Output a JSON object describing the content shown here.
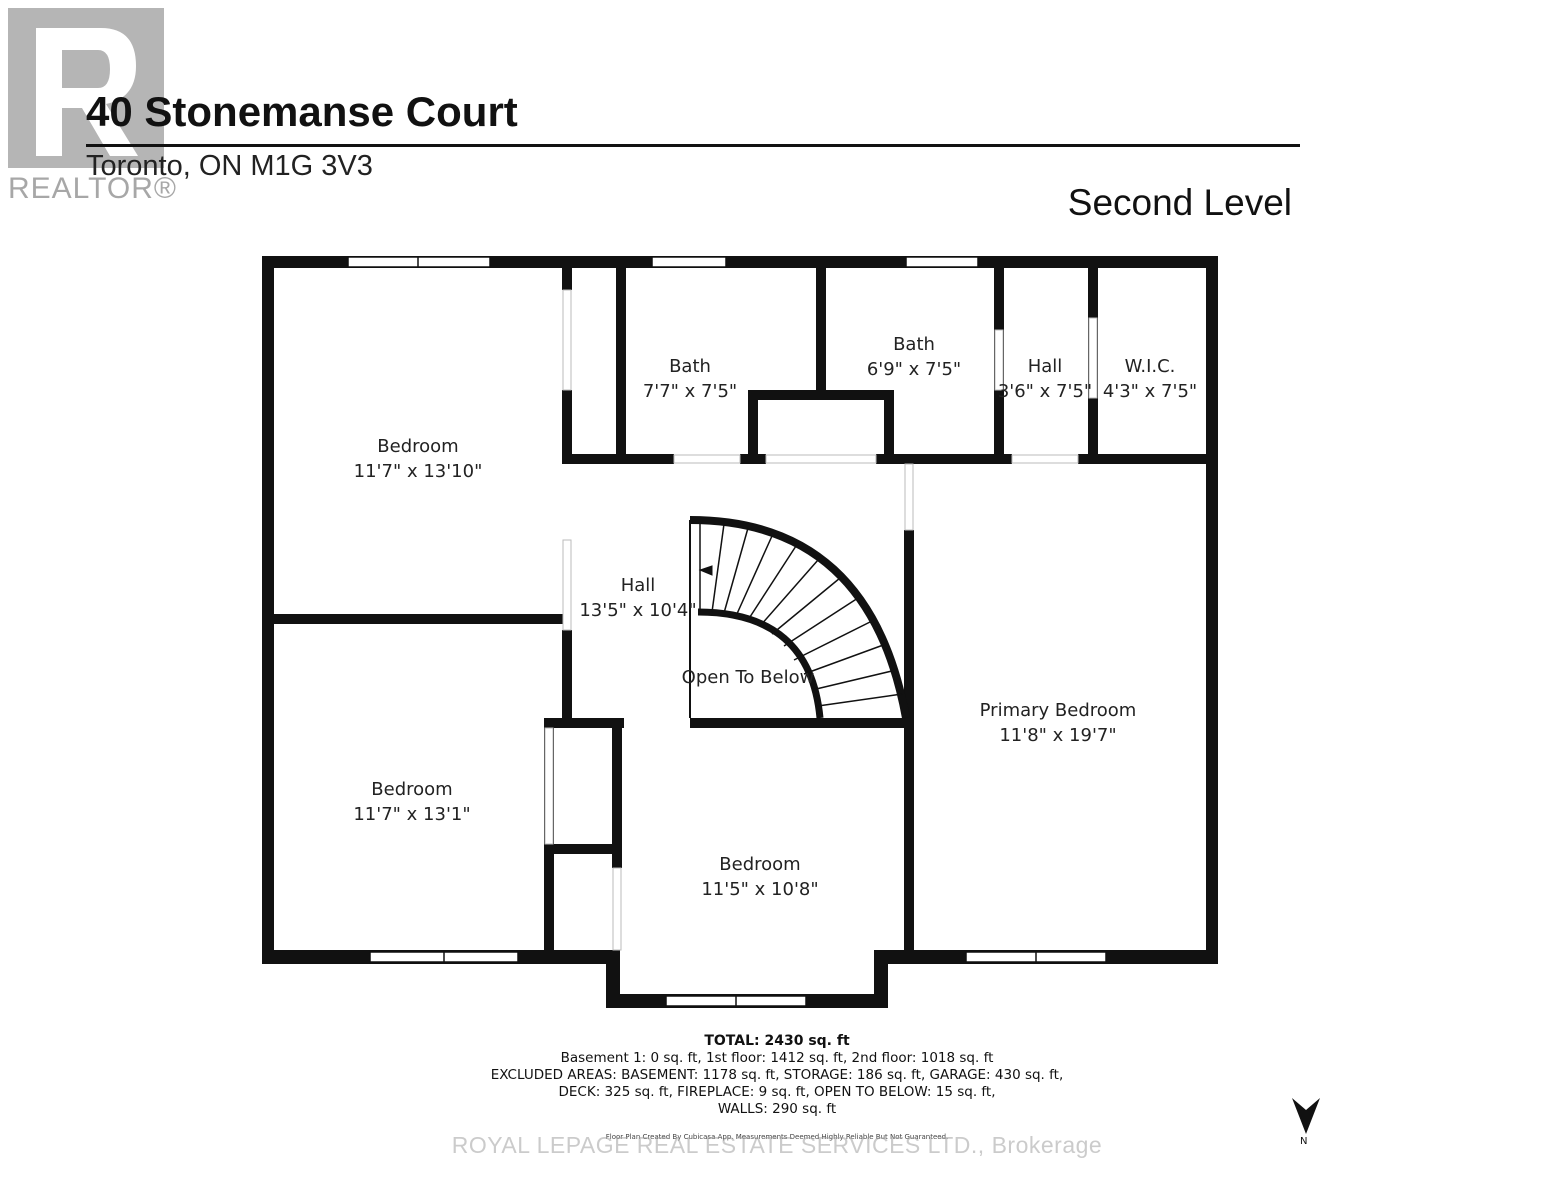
{
  "header": {
    "address": "40 Stonemanse Court",
    "city_line": "Toronto, ON  M1G 3V3",
    "level": "Second Level"
  },
  "rooms": [
    {
      "name": "Bedroom",
      "dims": "11'7\" x 13'10\""
    },
    {
      "name": "Bath",
      "dims": "7'7\" x 7'5\""
    },
    {
      "name": "Bath",
      "dims": "6'9\" x 7'5\""
    },
    {
      "name": "Hall",
      "dims": "3'6\" x 7'5\""
    },
    {
      "name": "W.I.C.",
      "dims": "4'3\" x 7'5\""
    },
    {
      "name": "Hall",
      "dims": "13'5\" x 10'4\""
    },
    {
      "name": "Open To Below",
      "dims": ""
    },
    {
      "name": "Primary Bedroom",
      "dims": "11'8\" x 19'7\""
    },
    {
      "name": "Bedroom",
      "dims": "11'7\" x 13'1\""
    },
    {
      "name": "Bedroom",
      "dims": "11'5\" x 10'8\""
    }
  ],
  "totals": {
    "total": "TOTAL: 2430 sq. ft",
    "line1": "Basement 1: 0 sq. ft, 1st floor: 1412 sq. ft, 2nd floor: 1018 sq. ft",
    "line2": "EXCLUDED AREAS: BASEMENT: 1178 sq. ft, STORAGE: 186 sq. ft, GARAGE: 430 sq. ft,",
    "line3": "DECK: 325 sq. ft, FIREPLACE: 9 sq. ft, OPEN TO BELOW: 15 sq. ft,",
    "line4": "WALLS: 290 sq. ft"
  },
  "credit": "Floor Plan Created By Cubicasa App. Measurements Deemed Highly Reliable But Not Guaranteed.",
  "watermark": {
    "brokerage": "ROYAL LEPAGE REAL ESTATE SERVICES LTD., Brokerage",
    "realtor": "REALTOR®"
  },
  "compass": "N",
  "colors": {
    "wall": "#111111",
    "background": "#ffffff"
  }
}
